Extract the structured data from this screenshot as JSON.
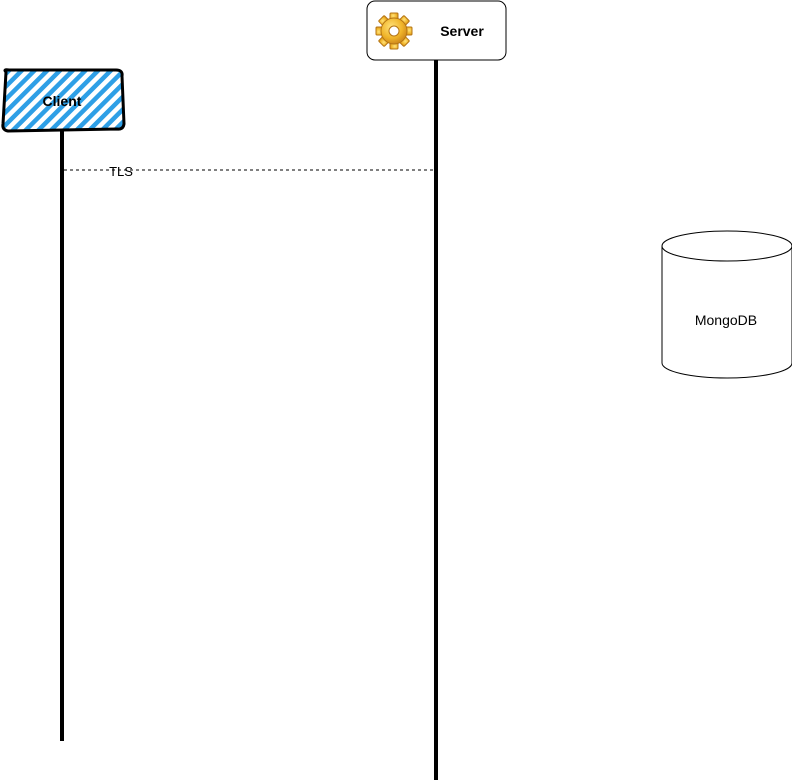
{
  "participants": {
    "client": {
      "label": "Client",
      "fill_color": "#2e9fe6"
    },
    "server": {
      "label": "Server",
      "icon": "gear-icon",
      "icon_color": "#f0b429"
    }
  },
  "messages": [
    {
      "label": "TLS",
      "from": "client",
      "to": "server",
      "line_style": "dashed"
    }
  ],
  "database": {
    "label": "MongoDB",
    "shape": "cylinder"
  }
}
